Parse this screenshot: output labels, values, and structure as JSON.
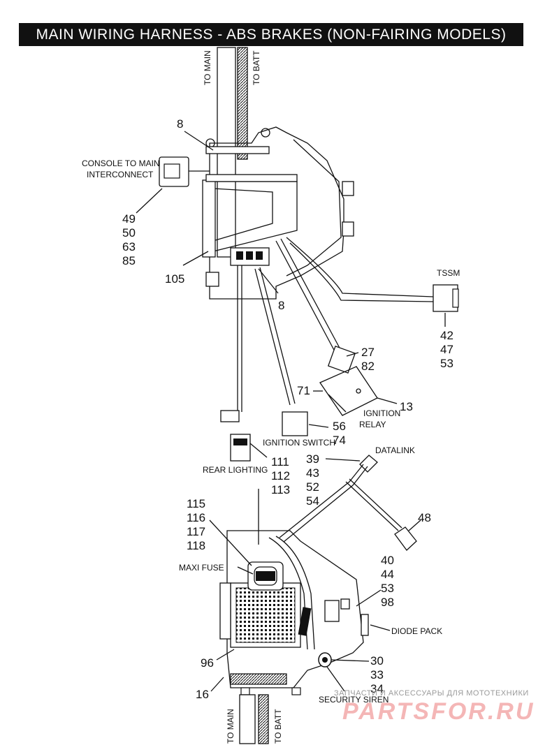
{
  "title": "MAIN WIRING HARNESS - ABS BRAKES (NON-FAIRING MODELS)",
  "top_labels": {
    "to_main": "TO MAIN",
    "to_batt": "TO BATT",
    "console": [
      "CONSOLE TO MAIN",
      "INTERCONNECT"
    ],
    "tssm": "TSSM",
    "ignition_relay": [
      "IGNITION",
      "RELAY"
    ],
    "ignition_switch": "IGNITION SWITCH",
    "rear_lighting": "REAR LIGHTING",
    "datalink": "DATALINK"
  },
  "bottom_labels": {
    "maxi_fuse": "MAXI FUSE",
    "diode_pack": "DIODE PACK",
    "security_siren": "SECURITY SIREN",
    "to_main": "TO MAIN",
    "to_batt": "TO BATT"
  },
  "callouts": {
    "n8_top": "8",
    "console_nums": [
      "49",
      "50",
      "63",
      "85"
    ],
    "n105": "105",
    "n8_mid": "8",
    "tssm_nums": [
      "42",
      "47",
      "53"
    ],
    "relay_nums": [
      "27",
      "82"
    ],
    "n71": "71",
    "n13": "13",
    "switch_nums": [
      "56",
      "74"
    ],
    "rear_nums": [
      "111",
      "112",
      "113"
    ],
    "datalink_nums": [
      "39",
      "43",
      "52",
      "54"
    ],
    "maxi_nums": [
      "115",
      "116",
      "117",
      "118"
    ],
    "n48": "48",
    "diode_nums": [
      "40",
      "44",
      "53",
      "98"
    ],
    "n96": "96",
    "siren_nums": [
      "30",
      "33",
      "34"
    ],
    "n16": "16"
  },
  "watermark": {
    "line1": "ЗАПЧАСТИ И АКСЕССУАРЫ ДЛЯ МОТОТЕХНИКИ",
    "line2": "PARTSFOR.RU"
  },
  "colors": {
    "ink": "#111111",
    "background": "#ffffff",
    "watermark_red": "#f4b6b6"
  }
}
